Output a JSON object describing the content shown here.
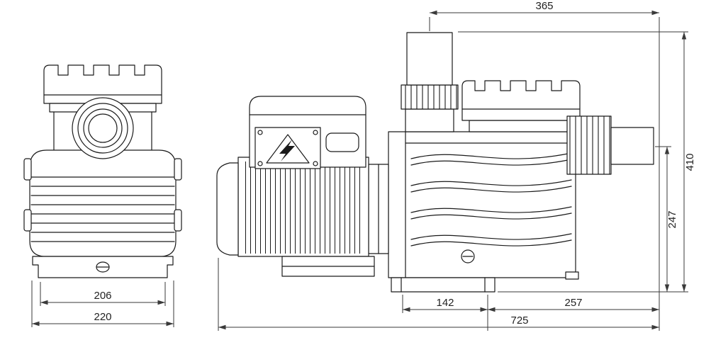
{
  "drawing": {
    "colors": {
      "line": "#1a1a1a",
      "dimension": "#3a3a3a",
      "background": "#ffffff"
    },
    "icons": {
      "warning_label": "high-voltage-warning-icon"
    },
    "dimensions": {
      "d365": "365",
      "d410": "410",
      "d247": "247",
      "d206": "206",
      "d220": "220",
      "d142": "142",
      "d257": "257",
      "d725": "725"
    }
  }
}
